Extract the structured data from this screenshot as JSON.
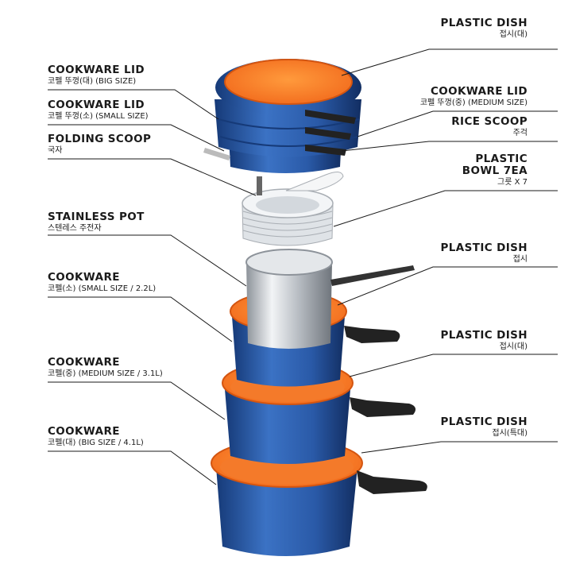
{
  "labels": {
    "plastic_dish_top": {
      "title": "PLASTIC DISH",
      "sub": "접시(대)"
    },
    "cookware_lid_big": {
      "title": "COOKWARE LID",
      "sub": "코펠 뚜껑(대) (BIG SIZE)"
    },
    "cookware_lid_medium": {
      "title": "COOKWARE LID",
      "sub": "코펠 뚜껑(중) (MEDIUM SIZE)"
    },
    "cookware_lid_small": {
      "title": "COOKWARE LID",
      "sub": "코펠 뚜껑(소) (SMALL SIZE)"
    },
    "rice_scoop": {
      "title": "RICE SCOOP",
      "sub": "주걱"
    },
    "folding_scoop": {
      "title": "FOLDING SCOOP",
      "sub": "국자"
    },
    "plastic_bowl": {
      "title1": "PLASTIC",
      "title2": "BOWL 7EA",
      "sub": "그릇 X 7"
    },
    "stainless_pot": {
      "title": "STAINLESS POT",
      "sub": "스텐레스 주전자"
    },
    "plastic_dish_small": {
      "title": "PLASTIC DISH",
      "sub": "접시"
    },
    "cookware_small": {
      "title": "COOKWARE",
      "sub": "코펠(소) (SMALL SIZE / 2.2L)"
    },
    "plastic_dish_mid": {
      "title": "PLASTIC DISH",
      "sub": "접시(대)"
    },
    "cookware_medium": {
      "title": "COOKWARE",
      "sub": "코펠(중) (MEDIUM SIZE / 3.1L)"
    },
    "plastic_dish_extra": {
      "title": "PLASTIC DISH",
      "sub": "접시(특대)"
    },
    "cookware_big": {
      "title": "COOKWARE",
      "sub": "코펠(대) (BIG SIZE / 4.1L)"
    }
  },
  "colors": {
    "blue": "#2a5aa8",
    "blue_dark": "#163a78",
    "orange": "#f26b1d",
    "orange_light": "#ff9a3c",
    "steel": "#c9cdd2",
    "leader": "#1a1a1a"
  }
}
